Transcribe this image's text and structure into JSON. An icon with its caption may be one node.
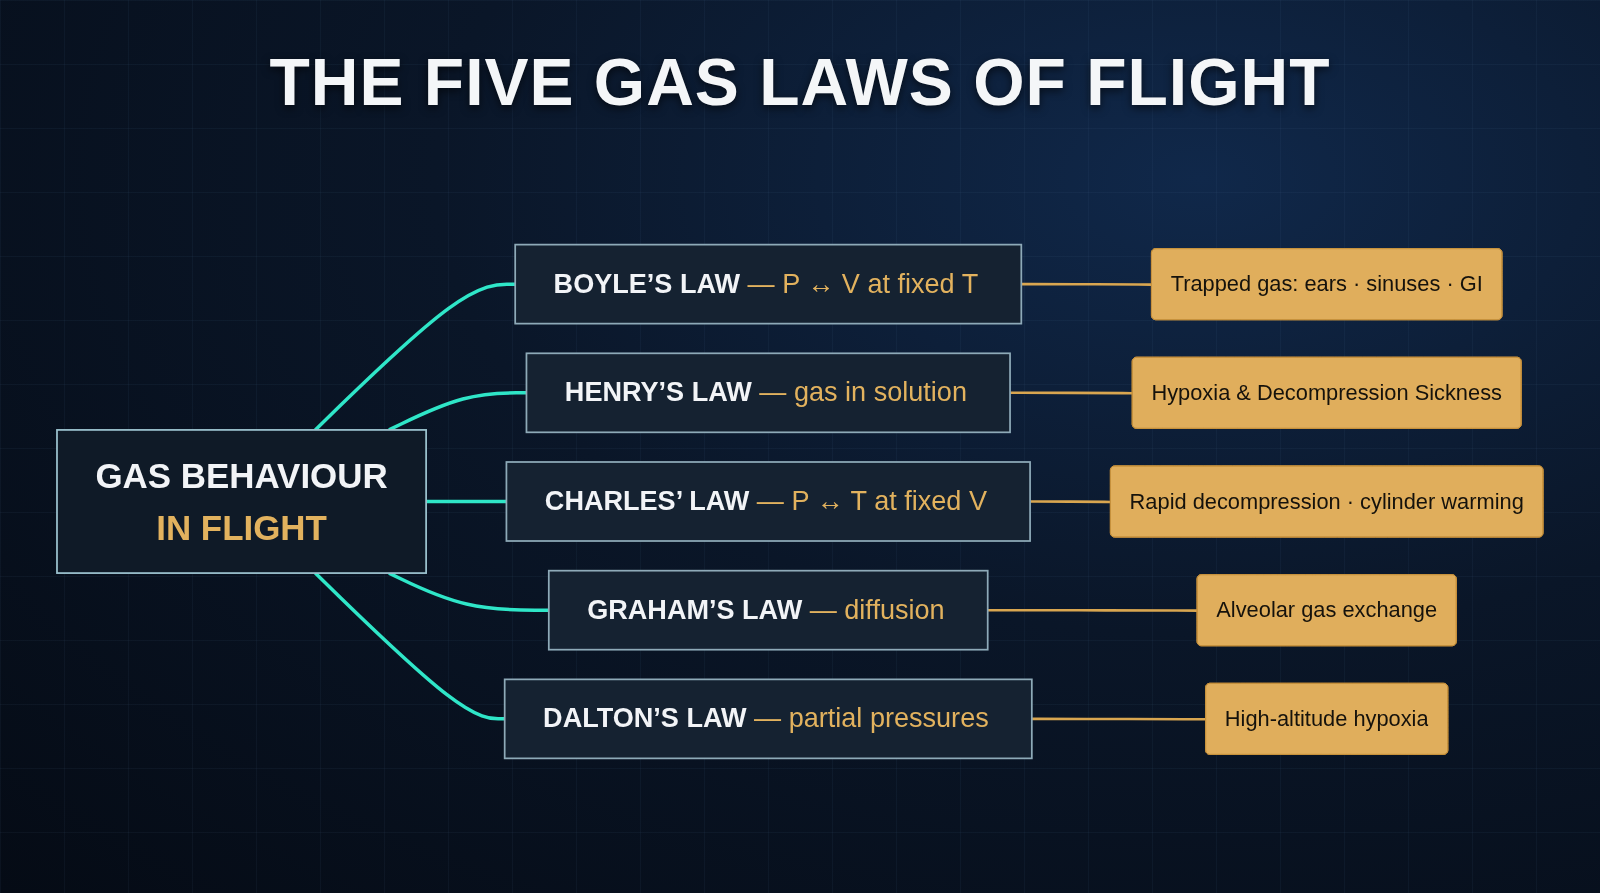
{
  "diagram": {
    "title": "THE FIVE GAS LAWS OF FLIGHT",
    "nodes": [
      {
        "text": [
          "GAS BEHAVIOUR",
          "IN FLIGHT"
        ]
      },
      {
        "text": [
          "BOYLE’S LAW",
          "— P ↔ V at fixed T"
        ]
      },
      {
        "text": [
          "Trapped gas: ears · sinuses · GI"
        ]
      },
      {
        "text": [
          "HENRY’S LAW",
          "— gas in solution"
        ]
      },
      {
        "text": [
          "Hypoxia & Decompression Sickness"
        ]
      },
      {
        "text": [
          "CHARLES’ LAW",
          "— P ↔ T at fixed V"
        ]
      },
      {
        "text": [
          "Rapid decompression · cylinder warming"
        ]
      },
      {
        "text": [
          "GRAHAM’S LAW",
          "— diffusion"
        ]
      },
      {
        "text": [
          "Alveolar gas exchange"
        ]
      },
      {
        "text": [
          "DALTON’S LAW",
          "— partial pressures"
        ]
      },
      {
        "text": [
          "High-altitude hypoxia"
        ]
      }
    ],
    "edges": [
      {
        "from": 0,
        "to": 1,
        "arrow": "none"
      },
      {
        "from": 0,
        "to": 3,
        "arrow": "none"
      },
      {
        "from": 0,
        "to": 5,
        "arrow": "none"
      },
      {
        "from": 0,
        "to": 7,
        "arrow": "none"
      },
      {
        "from": 0,
        "to": 9,
        "arrow": "none"
      },
      {
        "from": 1,
        "to": 2,
        "arrow": "none",
        "color": "#d9a650"
      },
      {
        "from": 3,
        "to": 4,
        "arrow": "none",
        "color": "#d9a650"
      },
      {
        "from": 5,
        "to": 6,
        "arrow": "none",
        "color": "#d9a650"
      },
      {
        "from": 7,
        "to": 8,
        "arrow": "none",
        "color": "#d9a650"
      },
      {
        "from": 9,
        "to": 10,
        "arrow": "none",
        "color": "#d9a650"
      }
    ]
  }
}
